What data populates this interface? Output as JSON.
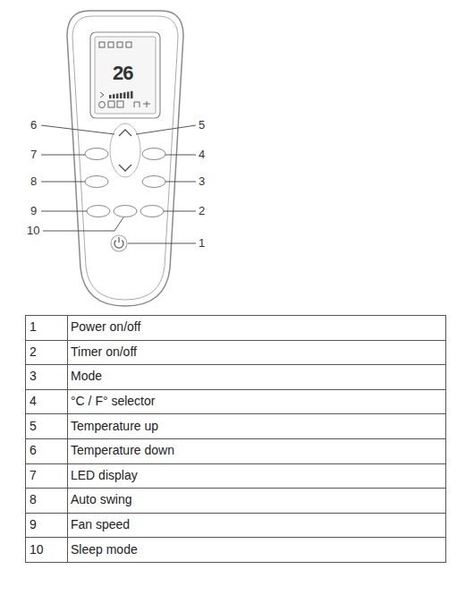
{
  "diagram": {
    "labels": [
      "6",
      "5",
      "7",
      "4",
      "8",
      "3",
      "9",
      "2",
      "10",
      "1",
      "26",
      "1",
      "Power on/off",
      "2",
      "Timer on/off",
      "3",
      "Mode",
      "4",
      "°C / F° selector",
      "5",
      "Temperature up",
      "6",
      "Temperature down",
      "7",
      "LED display",
      "8",
      "Auto swing",
      "9",
      "Fan speed",
      "10",
      "Sleep mode"
    ]
  }
}
